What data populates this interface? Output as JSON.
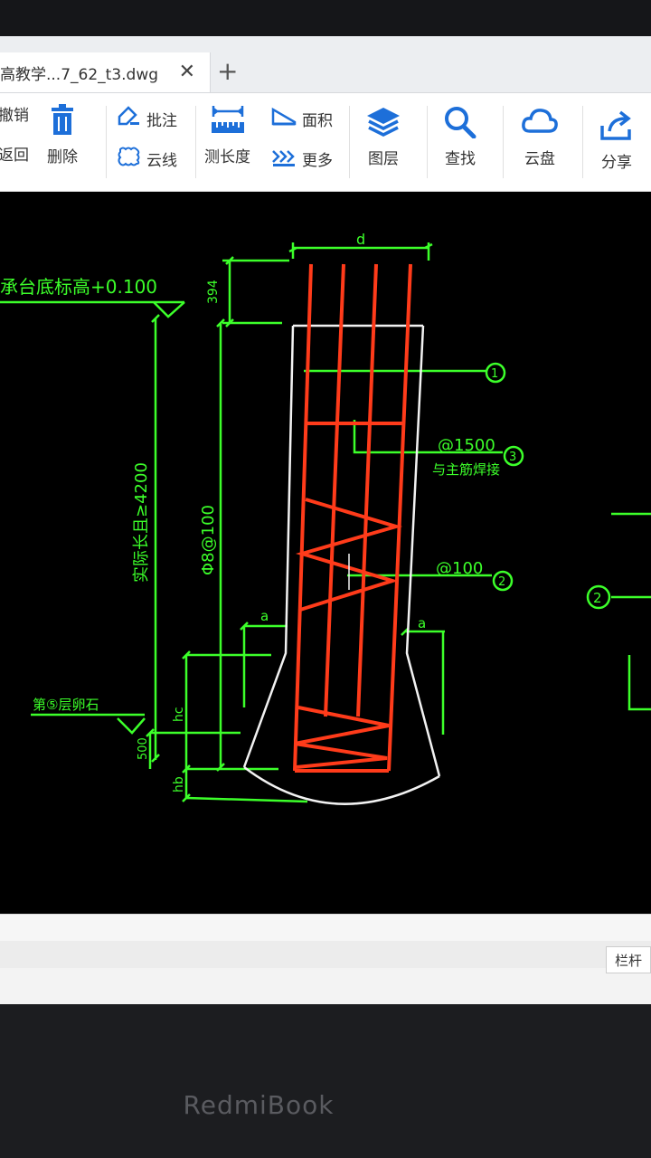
{
  "tab": {
    "title": "高教学...7_62_t3.dwg"
  },
  "toolbar": {
    "undo": "撤销",
    "back": "返回",
    "delete": "删除",
    "annotate": "批注",
    "cloud_line": "云线",
    "measure_length": "测长度",
    "area": "面积",
    "more": "更多",
    "layers": "图层",
    "find": "查找",
    "cloud_drive": "云盘",
    "share": "分享"
  },
  "drawing": {
    "top_dim": "d",
    "cap_elevation": "承台底标高+0.100",
    "dim_394": "394",
    "total_len": "实际长且≥4200",
    "stirrup": "Φ8@100",
    "at_1500": "@1500",
    "weld_note": "与主筋焊接",
    "at_100": "@100",
    "callout_1": "1",
    "callout_2": "2",
    "callout_3": "3",
    "callout_2b": "2",
    "a_left": "a",
    "a_right": "a",
    "rock_layer": "第⑤层卵石",
    "hc": "hc",
    "dim_500": "500",
    "hb": "hb"
  },
  "status": {
    "railing": "栏杆"
  },
  "brand": "RedmiBook",
  "colors": {
    "green": "#3cff2a",
    "red": "#ff3b1a",
    "white": "#f2f2f2",
    "blue": "#1d6fd9"
  }
}
